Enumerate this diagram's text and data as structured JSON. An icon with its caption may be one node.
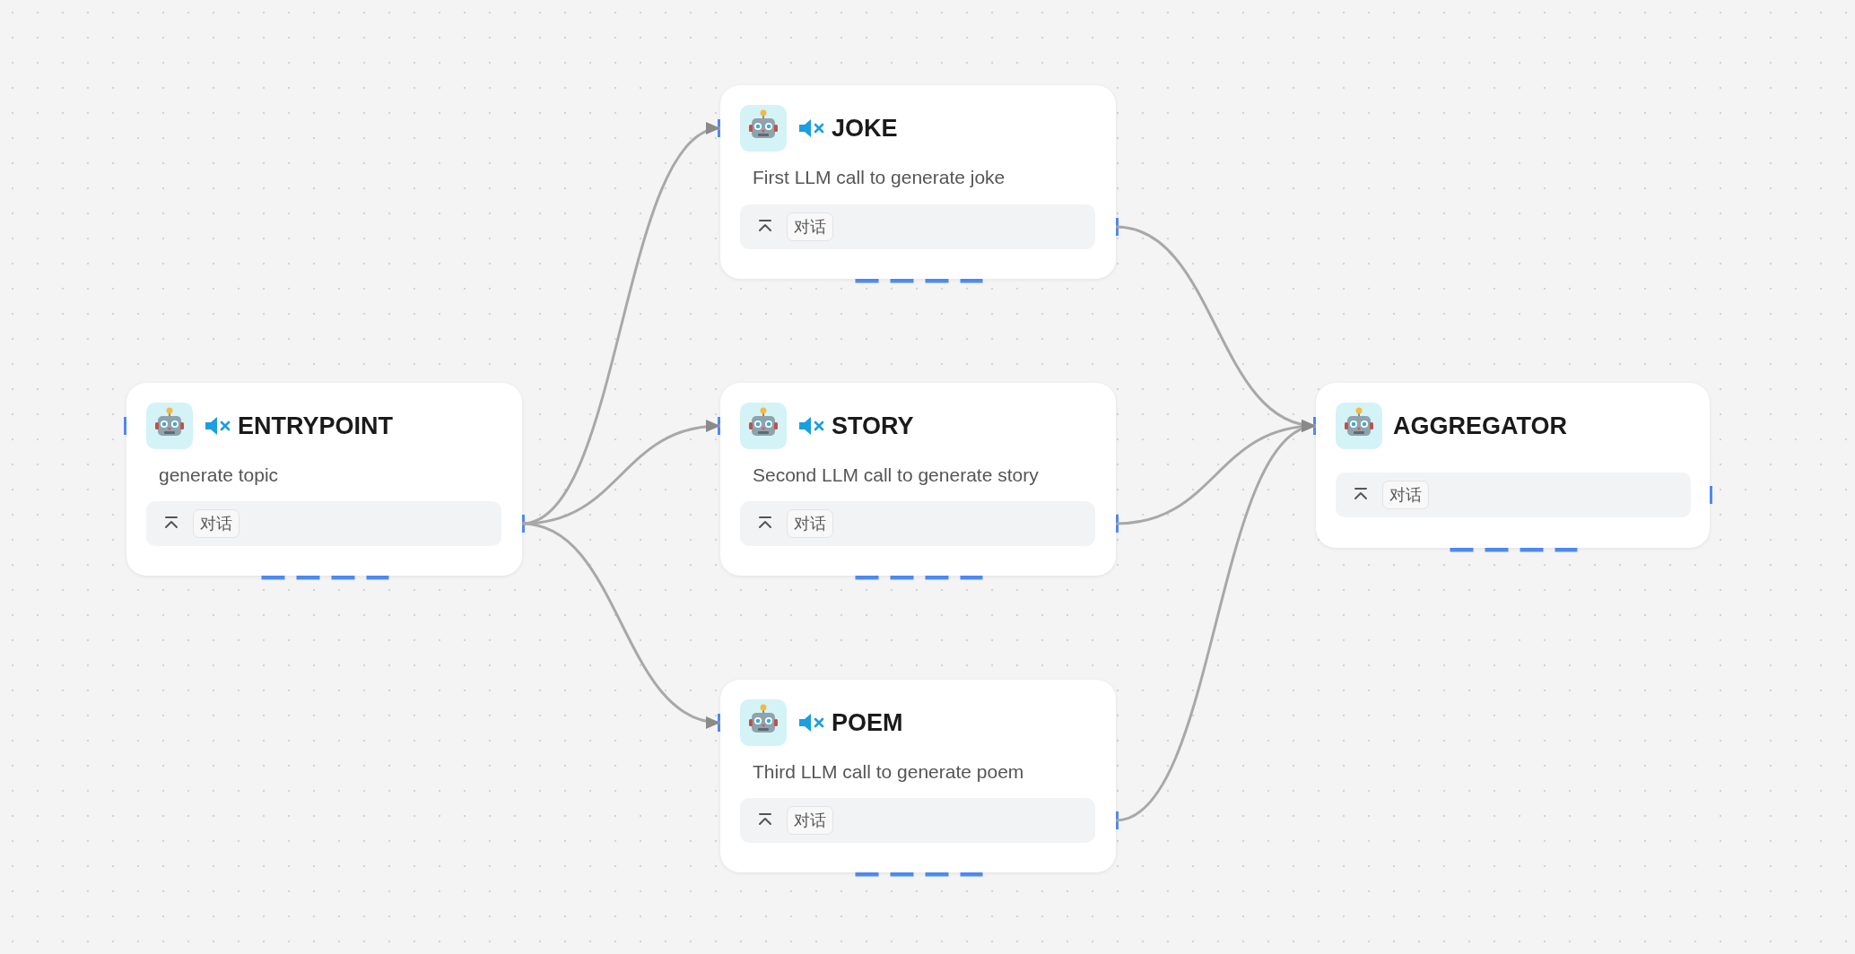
{
  "diagram": {
    "nodes": [
      {
        "text": [
          "ENTRYPOINT",
          "generate topic"
        ]
      },
      {
        "text": [
          "对话"
        ],
        "in": 0
      },
      {
        "text": [
          "JOKE",
          "First LLM call to generate joke"
        ]
      },
      {
        "text": [
          "对话"
        ],
        "in": 2
      },
      {
        "text": [
          "STORY",
          "Second LLM call to generate story"
        ]
      },
      {
        "text": [
          "对话"
        ],
        "in": 4
      },
      {
        "text": [
          "POEM",
          "Third LLM call to generate poem"
        ]
      },
      {
        "text": [
          "对话"
        ],
        "in": 6
      },
      {
        "text": [
          "AGGREGATOR"
        ]
      },
      {
        "text": [
          "对话"
        ],
        "in": 8
      }
    ],
    "edges": [
      {
        "from": 0,
        "to": 2,
        "arrow": "to"
      },
      {
        "from": 0,
        "to": 4,
        "arrow": "to"
      },
      {
        "from": 0,
        "to": 6,
        "arrow": "to"
      },
      {
        "from": 2,
        "to": 8,
        "arrow": "to"
      },
      {
        "from": 4,
        "to": 8,
        "arrow": "to"
      },
      {
        "from": 6,
        "to": 8,
        "arrow": "to"
      }
    ]
  }
}
